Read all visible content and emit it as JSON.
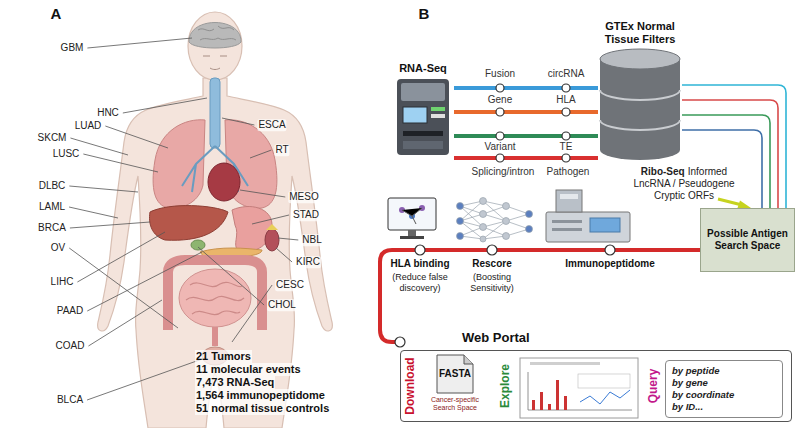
{
  "diagram": {
    "nodes": [
      {
        "text": [
          "RNA-Seq"
        ]
      },
      {
        "text": [
          "GTEx Normal Tissue Filters"
        ]
      },
      {
        "text": [
          "Possible Antigen Search Space"
        ]
      },
      {
        "text": [
          "Web Portal"
        ]
      },
      {
        "text": [
          "FASTA",
          "Cancer-specific Search Space"
        ],
        "in": 3
      },
      {
        "text": [
          "by peptide",
          "by gene",
          "by coordinate",
          "by ID..."
        ],
        "in": 3
      }
    ],
    "edges": [
      {
        "from": 0,
        "to": 1,
        "arrow": "none"
      },
      {
        "from": 0,
        "to": 1,
        "arrow": "none"
      },
      {
        "from": 0,
        "to": 1,
        "arrow": "none"
      },
      {
        "from": 0,
        "to": 1,
        "arrow": "none"
      },
      {
        "from": 1,
        "to": 2,
        "arrow": "none"
      },
      {
        "from": 1,
        "to": 2,
        "arrow": "none"
      },
      {
        "from": 1,
        "to": 2,
        "arrow": "none"
      },
      {
        "from": 1,
        "to": 2,
        "arrow": "none"
      },
      {
        "from": 2,
        "to": 3,
        "arrow": "none"
      }
    ],
    "labels": [
      "A",
      "GBM",
      "HNC",
      "ESCA",
      "SKCM",
      "LUAD",
      "LUSC",
      "RT",
      "DLBC",
      "LAML",
      "BRCA",
      "OV",
      "MESO",
      "STAD",
      "NBL",
      "LIHC",
      "KIRC",
      "PAAD",
      "CESC",
      "CHOL",
      "COAD",
      "BLCA",
      "21 Tumors",
      "11 molecular events",
      "7,473 RNA-Seq",
      "1,564 immunopeptidome",
      "51 normal tissue controls",
      "B",
      "Fusion",
      "circRNA",
      "Gene",
      "HLA",
      "Variant",
      "TE",
      "Splicing/intron",
      "Pathogen",
      "Ribo-Seq",
      "Informed LncRNA / Pseudogene Cryptic ORFs",
      "Immunopeptidome",
      "Rescore",
      "(Boosting Sensitivity)",
      "HLA binding",
      "(Reduce false discovery)",
      "Download",
      "Explore",
      "Query"
    ]
  }
}
